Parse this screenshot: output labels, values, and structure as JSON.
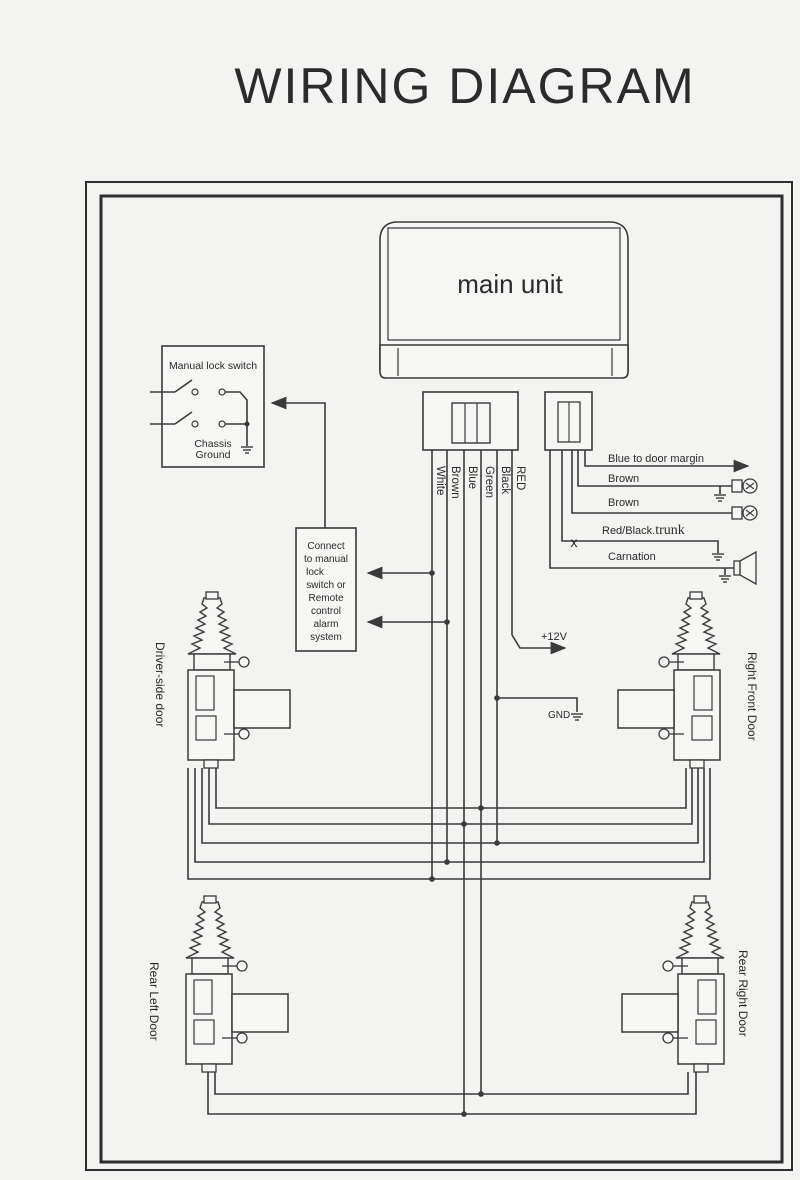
{
  "title": "WIRING DIAGRAM",
  "main_unit": {
    "label": "main unit"
  },
  "manual_lock_switch": {
    "title": "Manual lock switch",
    "ground_line1": "Chassis",
    "ground_line2": "Ground"
  },
  "connect_box": {
    "lines": [
      "Connect",
      "to manual",
      "lock",
      "switch or",
      "Remote",
      "control",
      "alarm",
      "system"
    ]
  },
  "main_connector_wires": [
    "White",
    "Brown",
    "Blue",
    "Green",
    "Black",
    "RED"
  ],
  "side_connector_wires": {
    "blue_door_margin": "Blue to door margin",
    "brown_1": "Brown",
    "brown_2": "Brown",
    "red_black": "Red/Black.",
    "trunk": "trunk",
    "carnation": "Carnation"
  },
  "power": {
    "plus12": "+12V",
    "gnd": "GND"
  },
  "doors": {
    "driver": "Driver-side door",
    "right_front": "Right Front Door",
    "rear_left": "Rear Left Door",
    "rear_right": "Rear Right Door"
  },
  "colors": {
    "ink": "#3a3a3a",
    "paper": "#f3f3f1"
  }
}
